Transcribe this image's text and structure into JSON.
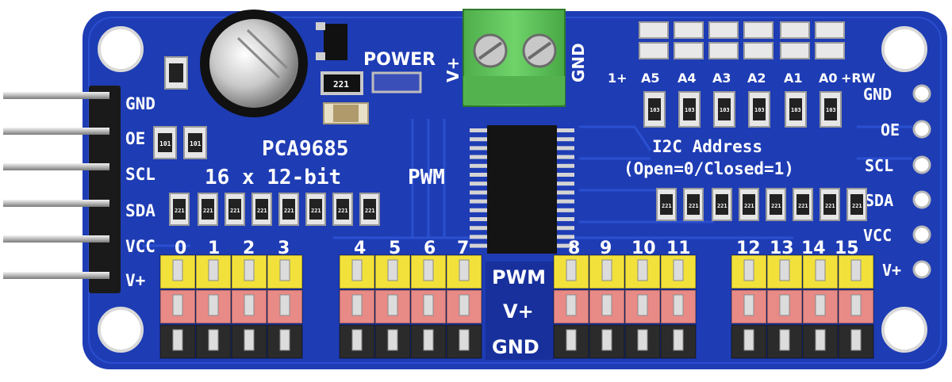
{
  "board": {
    "chip_label": "PCA9685",
    "bits_label": "16 x 12-bit",
    "pwm_label": "PWM",
    "power_label": "POWER",
    "terminal_plus": "V+",
    "terminal_gnd": "GND",
    "i2c_label": "I2C Address",
    "i2c_sub": "(Open=0/Closed=1)"
  },
  "address_labels": [
    "1+",
    "A5",
    "A4",
    "A3",
    "A2",
    "A1",
    "A0",
    "+RW"
  ],
  "left_pins": [
    "GND",
    "OE",
    "SCL",
    "SDA",
    "VCC",
    "V+"
  ],
  "right_pins": [
    "GND",
    "OE",
    "SCL",
    "SDA",
    "VCC",
    "V+"
  ],
  "channel_numbers": [
    "0",
    "1",
    "2",
    "3",
    "4",
    "5",
    "6",
    "7",
    "8",
    "9",
    "10",
    "11",
    "12",
    "13",
    "14",
    "15"
  ],
  "header_labels": [
    "PWM",
    "V+",
    "GND"
  ],
  "resistor_code_a": "221",
  "resistor_code_b": "101",
  "resistor_code_c": "103",
  "colors": {
    "pcb": "#1e3cb4",
    "pcb_dark": "#14288c",
    "terminal": "#5fc35a",
    "header_pwm": "#f2e13a",
    "header_vplus": "#e88a86",
    "header_gnd": "#2b2b2b"
  }
}
